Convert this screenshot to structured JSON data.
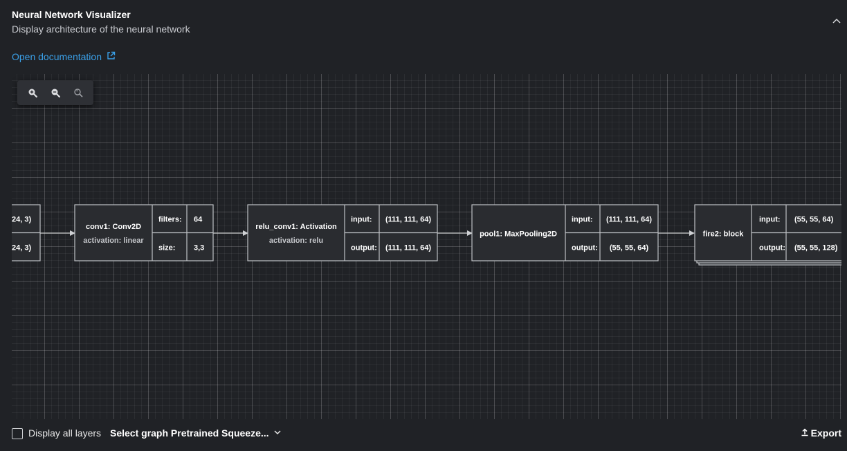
{
  "header": {
    "title": "Neural Network Visualizer",
    "subtitle": "Display architecture of the neural network",
    "doc_link": "Open documentation"
  },
  "zoom_controls": [
    "zoom-in-icon",
    "zoom-out-icon",
    "reset-zoom-icon"
  ],
  "graph": {
    "partial_node": {
      "rows": [
        {
          "value": "24, 3)"
        },
        {
          "value": "24, 3)"
        }
      ]
    },
    "nodes": [
      {
        "name": "conv1: Conv2D",
        "sub": "activation: linear",
        "rows": [
          {
            "key": "filters:",
            "value": "64"
          },
          {
            "key": "size:",
            "value": "3,3"
          }
        ]
      },
      {
        "name": "relu_conv1: Activation",
        "sub": "activation: relu",
        "rows": [
          {
            "key": "input:",
            "value": "(111, 111, 64)"
          },
          {
            "key": "output:",
            "value": "(111, 111, 64)"
          }
        ]
      },
      {
        "name": "pool1: MaxPooling2D",
        "sub": "",
        "rows": [
          {
            "key": "input:",
            "value": "(111, 111, 64)"
          },
          {
            "key": "output:",
            "value": "(55, 55, 64)"
          }
        ]
      },
      {
        "name": "fire2: block",
        "sub": "",
        "rows": [
          {
            "key": "input:",
            "value": "(55, 55, 64)"
          },
          {
            "key": "output:",
            "value": "(55, 55, 128)"
          }
        ]
      }
    ]
  },
  "footer": {
    "display_all_layers": "Display all layers",
    "select_graph": "Select graph Pretrained Squeeze...",
    "export": "Export"
  },
  "colors": {
    "background": "#202226",
    "link": "#3aa0e8",
    "node_border": "#bfc1c5"
  }
}
